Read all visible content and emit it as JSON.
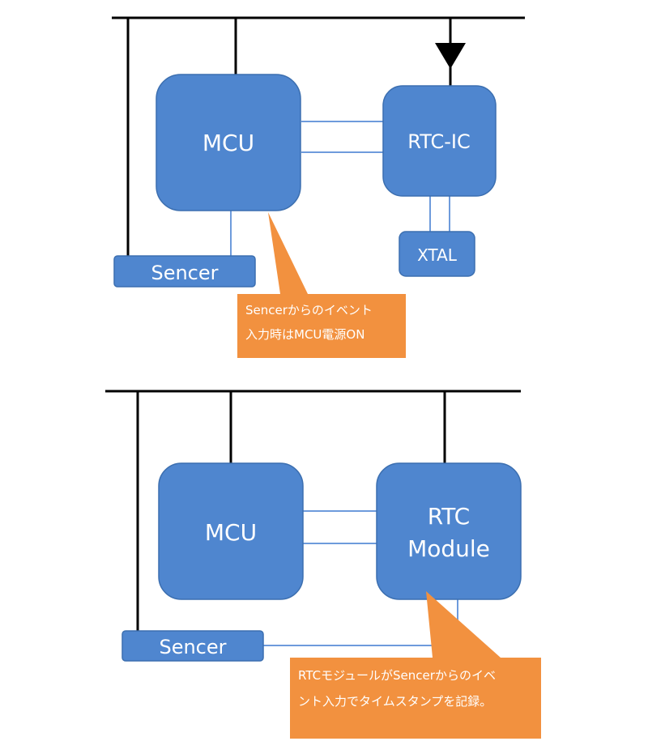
{
  "colors": {
    "block_fill": "#4F86CF",
    "block_stroke": "#3C6FB0",
    "connector": "#6E9BDC",
    "bus": "#000000",
    "callout_fill": "#F2913F",
    "text": "#FFFFFF"
  },
  "diagram1": {
    "mcu_label": "MCU",
    "rtc_label": "RTC-IC",
    "xtal_label": "XTAL",
    "sensor_label": "Sencer",
    "callout_line1": "Sencerからのイベント",
    "callout_line2": "入力時はMCU電源ON"
  },
  "diagram2": {
    "mcu_label": "MCU",
    "rtc_label_line1": "RTC",
    "rtc_label_line2": "Module",
    "sensor_label": "Sencer",
    "callout_line1": "RTCモジュールがSencerからのイベ",
    "callout_line2": "ント入力でタイムスタンプを記録。"
  }
}
